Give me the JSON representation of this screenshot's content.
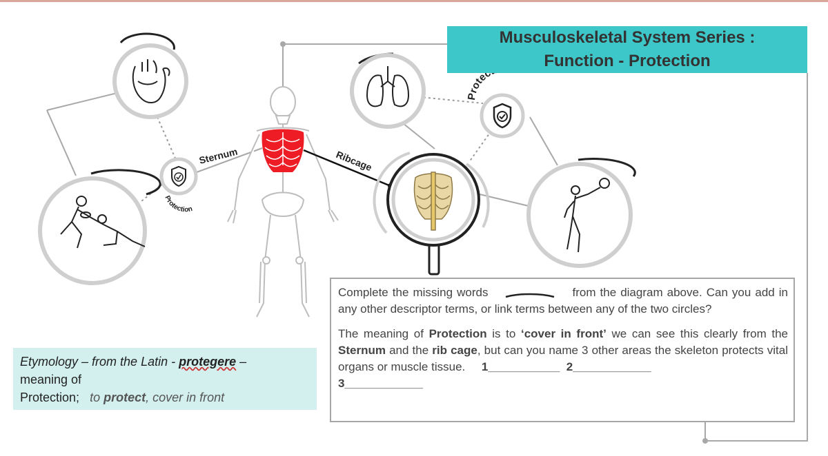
{
  "title": {
    "line1": "Musculoskeletal System Series :",
    "line2": "Function - Protection"
  },
  "diagram": {
    "labels": {
      "sternum": "Sternum",
      "ribcage": "Ribcage",
      "protection_large": "Protection",
      "protection_small": "Protection"
    },
    "icons": [
      "heart-icon",
      "rugby-tackle-icon",
      "shield-check-icon",
      "skeleton-figure",
      "magnifier-icon",
      "ribcage-icon",
      "lungs-icon",
      "basketball-player-icon"
    ],
    "colors": {
      "title_bg": "#3ec7c9",
      "etymology_bg": "#d3f0ef",
      "highlight_red": "#ee1c24",
      "circle_grey": "#cfcfcf"
    }
  },
  "task": {
    "p1_a": "Complete the missing words",
    "p1_b": "from the diagram above. Can you add in any other descriptor terms, or link terms between any of the two circles?",
    "p2_a": "The meaning of ",
    "p2_b": "Protection",
    "p2_c": " is to ",
    "p2_d": "‘cover in front’",
    "p2_e": " we can see this clearly from the ",
    "p2_f": "Sternum",
    "p2_g": " and the ",
    "p2_h": "rib cage",
    "p2_i": ", but can you name 3 other areas the skeleton protects vital organs or muscle tissue.",
    "blank1": "1___________",
    "blank2": "2____________",
    "blank3": "3____________"
  },
  "etymology": {
    "a": "Etymology – from the Latin - ",
    "b": "protegere",
    "c": " –",
    "d": "meaning of",
    "e": "Protection;",
    "f": "to ",
    "g": "protect",
    "h": ", cover in front"
  }
}
